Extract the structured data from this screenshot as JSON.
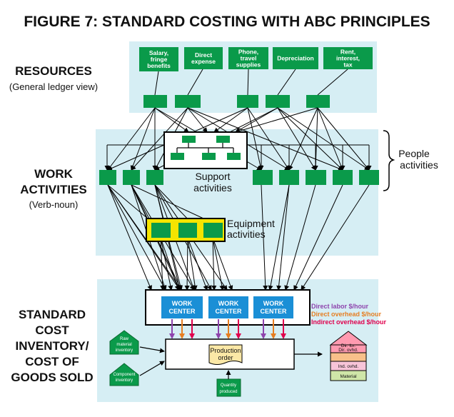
{
  "title": "FIGURE 7: STANDARD COSTING WITH ABC PRINCIPLES",
  "sections": {
    "resources": {
      "label": "RESOURCES",
      "sublabel": "(General ledger view)"
    },
    "work_activities": {
      "label_line1": "WORK",
      "label_line2": "ACTIVITIES",
      "sublabel": "(Verb-noun)"
    },
    "inventory": {
      "lines": [
        "STANDARD",
        "COST",
        "INVENTORY/",
        "COST OF",
        "GOODS SOLD"
      ]
    }
  },
  "resource_categories": [
    {
      "lines": [
        "Salary,",
        "fringe",
        "benefits"
      ]
    },
    {
      "lines": [
        "Direct",
        "expense"
      ]
    },
    {
      "lines": [
        "Phone,",
        "travel",
        "supplies"
      ]
    },
    {
      "lines": [
        "Depreciation"
      ]
    },
    {
      "lines": [
        "Rent,",
        "interest,",
        "tax"
      ]
    }
  ],
  "people_activities_label": [
    "People",
    "activities"
  ],
  "support_activities_label": [
    "Support",
    "activities"
  ],
  "equipment_activities_label": [
    "Equipment",
    "activities"
  ],
  "work_centers": [
    {
      "lines": [
        "WORK",
        "CENTER"
      ]
    },
    {
      "lines": [
        "WORK",
        "CENTER"
      ]
    },
    {
      "lines": [
        "WORK",
        "CENTER"
      ]
    }
  ],
  "rates": [
    {
      "label": "Direct labor $/hour",
      "color": "#8e44ad"
    },
    {
      "label": "Direct overhead $/hour",
      "color": "#e67e22"
    },
    {
      "label": "Indirect overhead $/hour",
      "color": "#e0004d"
    }
  ],
  "raw_material_inventory": [
    "Raw",
    "material",
    "inventory"
  ],
  "component_inventory": [
    "Component",
    "inventory"
  ],
  "production_order": [
    "Production",
    "order"
  ],
  "quantity_produced": [
    "Quantity",
    "produced"
  ],
  "cost_stack": {
    "dir_lbr": "Dir. lbr.",
    "dir_ovhd": "Dir. ovhd.",
    "ind_ovhd": "Ind. ovhd.",
    "material": "Material"
  },
  "colors": {
    "panel": "#d6eef4",
    "green": "#0a9a4a",
    "blue": "#1a8fd6",
    "yellow": "#f5e400",
    "note": "#fbe8a6"
  }
}
